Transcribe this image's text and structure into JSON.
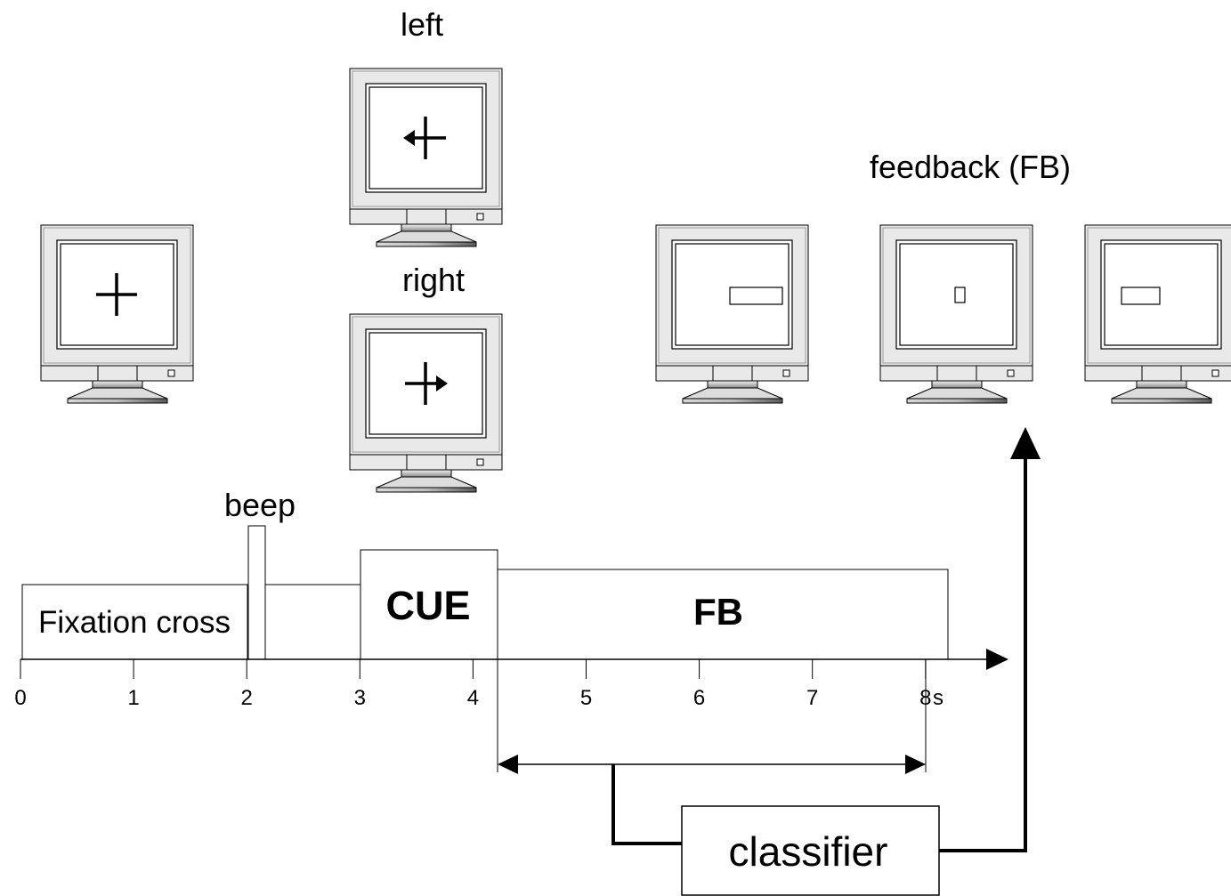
{
  "labels": {
    "left": "left",
    "right": "right",
    "feedback": "feedback (FB)",
    "beep": "beep",
    "fixation": "Fixation cross",
    "cue": "CUE",
    "fb": "FB",
    "classifier": "classifier",
    "unit": "s"
  },
  "timeline": {
    "ticks": [
      "0",
      "1",
      "2",
      "3",
      "4",
      "5",
      "6",
      "7",
      "8"
    ]
  },
  "monitors": {
    "fixation": {
      "symbol": "cross"
    },
    "cue_left": {
      "symbol": "cross-arrow-left"
    },
    "cue_right": {
      "symbol": "cross-arrow-right"
    },
    "feedback_1": {
      "symbol": "bar-right"
    },
    "feedback_2": {
      "symbol": "bar-center"
    },
    "feedback_3": {
      "symbol": "bar-left"
    }
  }
}
